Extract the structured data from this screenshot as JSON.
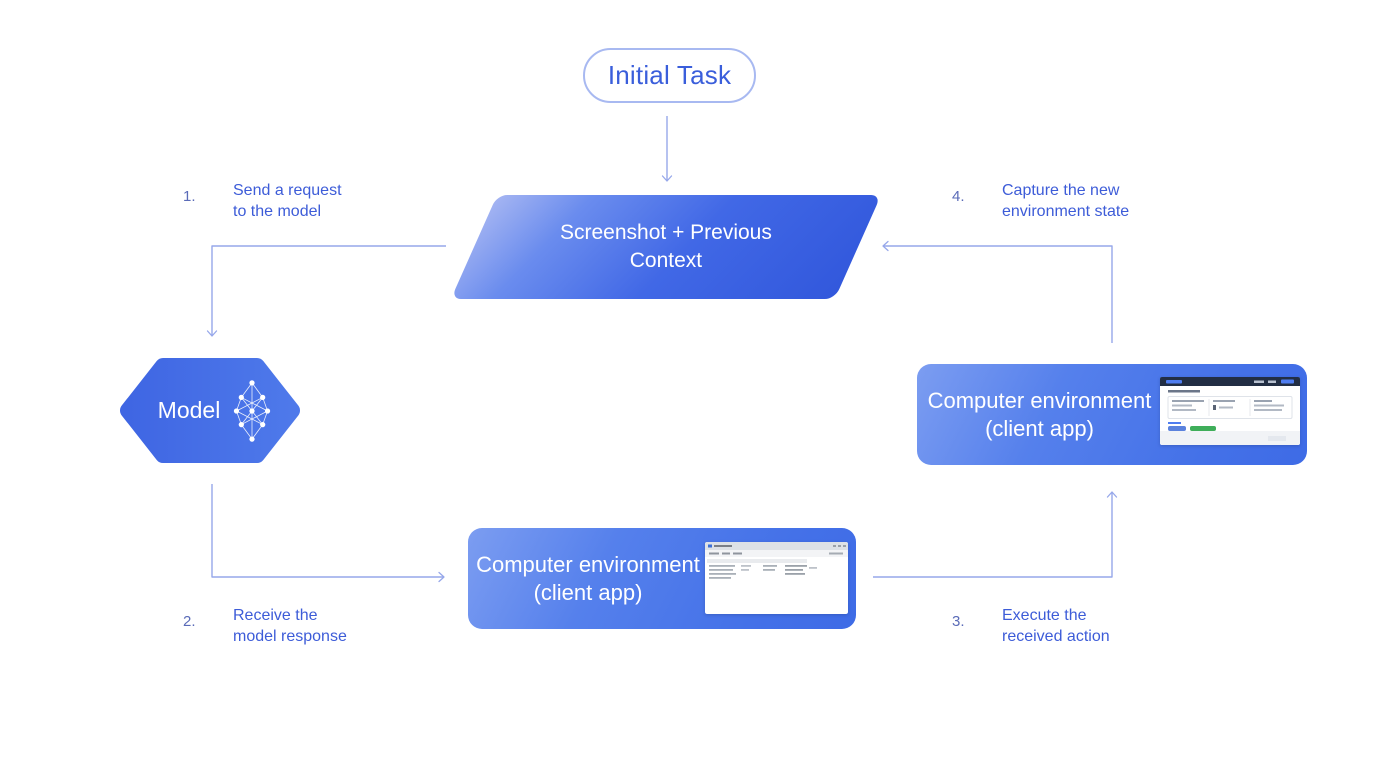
{
  "palette": {
    "background": "#ffffff",
    "label_blue": "#3D5CD8",
    "number_blue": "#5A6BB8",
    "connector_line": "#96A7EA",
    "pill_border": "#A8B9F1",
    "shape_blue": "#4470E8",
    "shape_gradient_light": "#A5B5F2",
    "shape_gradient_dark": "#3258DC",
    "text_on_shape": "#ffffff",
    "thumbnail_navbar": "#222E44",
    "thumbnail_green_button": "#3FAE5A",
    "thumbnail_blue_button": "#5B82DD"
  },
  "nodes": {
    "initial_task": {
      "label": "Initial Task"
    },
    "screenshot_context": {
      "line1": "Screenshot + Previous",
      "line2": "Context"
    },
    "model": {
      "label": "Model",
      "icon": "neural-network-icon"
    },
    "env_bottom": {
      "line1": "Computer environment",
      "line2": "(client app)",
      "thumbnail": "desktop-app-screenshot"
    },
    "env_right": {
      "line1": "Computer environment",
      "line2": "(client app)",
      "thumbnail": "web-app-screenshot"
    }
  },
  "steps": [
    {
      "number": "1.",
      "line1": "Send a request",
      "line2": "to the model"
    },
    {
      "number": "2.",
      "line1": "Receive the",
      "line2": "model response"
    },
    {
      "number": "3.",
      "line1": "Execute the",
      "line2": "received action"
    },
    {
      "number": "4.",
      "line1": "Capture the new",
      "line2": "environment state"
    }
  ]
}
